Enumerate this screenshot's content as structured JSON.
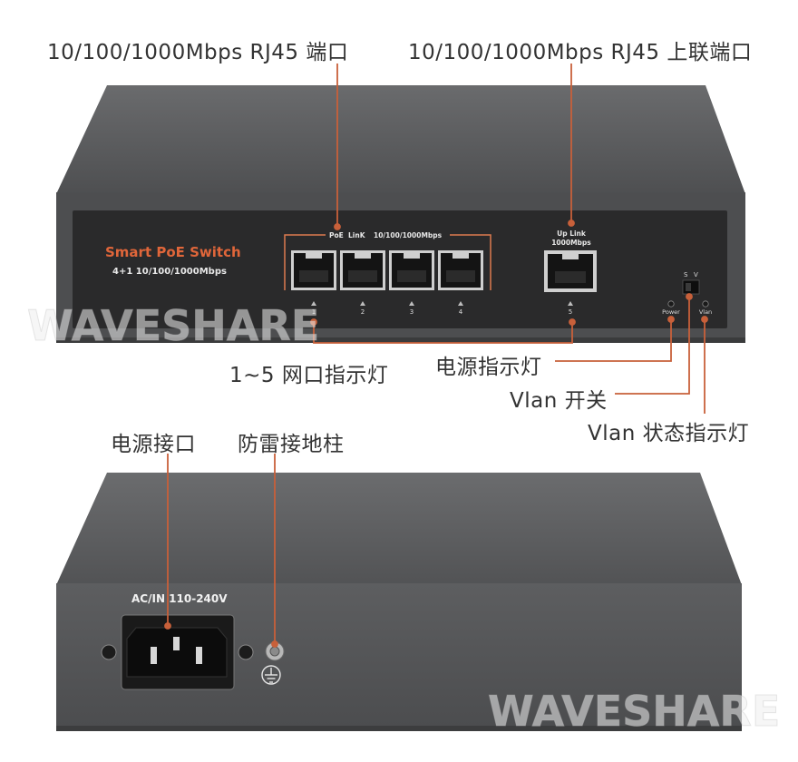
{
  "front": {
    "callouts": {
      "rj45_ports": "10/100/1000Mbps RJ45 端口",
      "uplink_port": "10/100/1000Mbps RJ45 上联端口",
      "port_leds": "1~5 网口指示灯",
      "power_led": "电源指示灯",
      "vlan_switch": "Vlan 开关",
      "vlan_led": "Vlan 状态指示灯"
    },
    "panel": {
      "brand": "Smart PoE Switch",
      "spec": "4+1 10/100/1000Mbps",
      "poe_label": "PoE",
      "link_label": "LinK",
      "speed_label": "10/100/1000Mbps",
      "uplink_title": "Up Link",
      "uplink_speed": "1000Mbps",
      "port_numbers": [
        "1",
        "2",
        "3",
        "4",
        "5"
      ],
      "switch_s": "S",
      "switch_v": "V",
      "power_text": "Power",
      "vlan_text": "Vlan"
    }
  },
  "back": {
    "callouts": {
      "power_port": "电源接口",
      "ground": "防雷接地柱"
    },
    "panel": {
      "ac_label": "AC/IN 110-240V"
    }
  },
  "watermark": "WAVESHARE",
  "colors": {
    "leader_line": "#c8603a",
    "case_gray": "#58595b",
    "panel_dark": "#2a2a2b",
    "brand_orange": "#e0663a",
    "port_frame": "#dc7a4f"
  }
}
